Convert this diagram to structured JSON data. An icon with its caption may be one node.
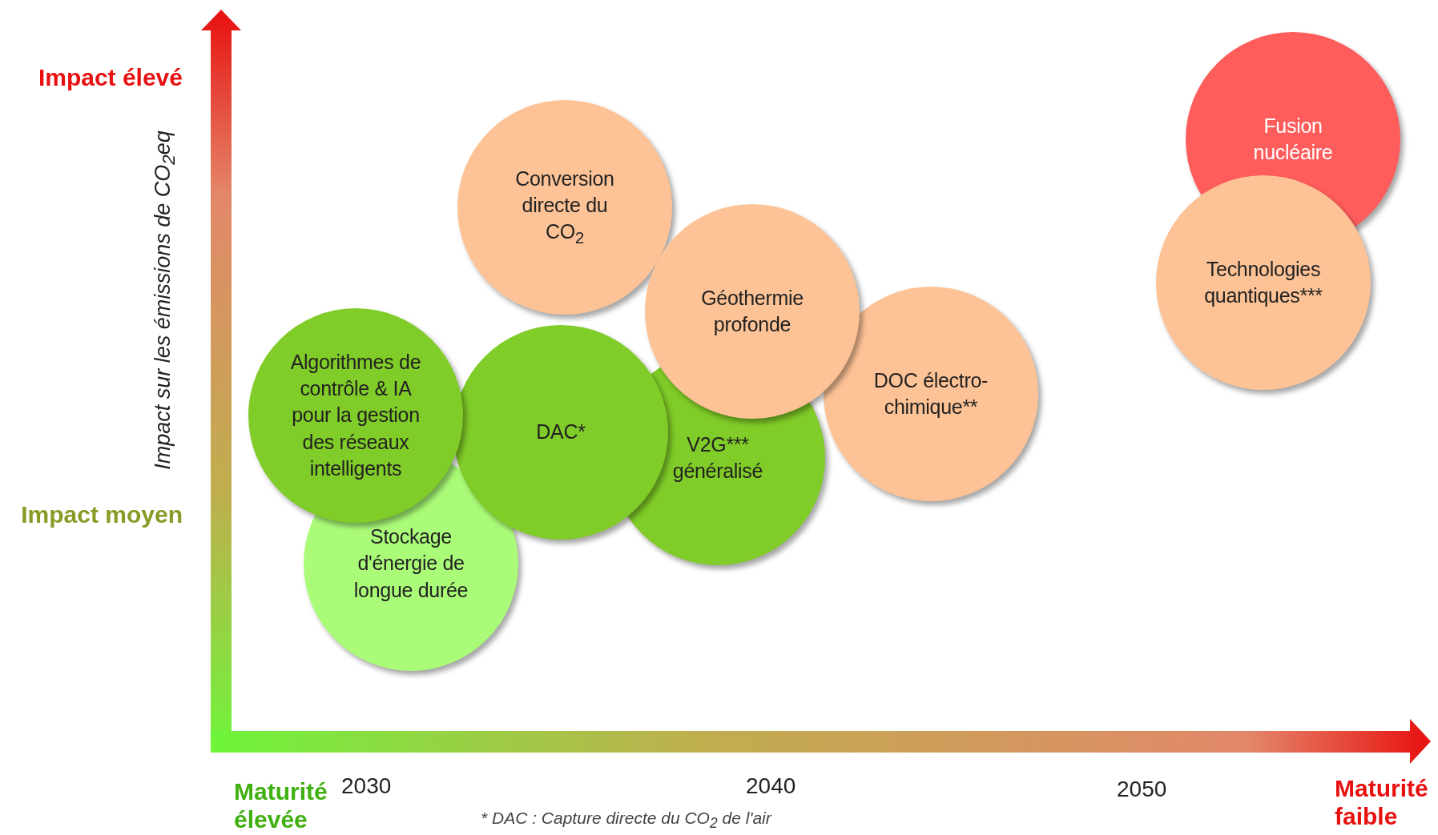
{
  "diagram": {
    "nodes": [
      {
        "text": [
          "Conversion directe du CO$_{2}$"
        ]
      },
      {
        "text": [
          "Fusion nucléaire"
        ]
      },
      {
        "text": [
          "Géothermie profonde"
        ]
      },
      {
        "text": [
          "Technologies quantiques***"
        ]
      },
      {
        "text": [
          "Algorithmes de contrôle & IA pour la gestion des réseaux intelligents"
        ]
      },
      {
        "text": [
          "DOC électro-chimique**"
        ]
      },
      {
        "text": [
          "DAC*"
        ]
      },
      {
        "text": [
          "V2G*** généralisé"
        ]
      },
      {
        "text": [
          "Stockage d'énergie de longue durée"
        ]
      }
    ],
    "labels": [
      "Impact élevé",
      "Impact sur les émissions de CO$_{2}$eq",
      "Impact moyen",
      "Maturité élevée",
      "2030",
      "2040",
      "2050",
      "Maturité faible",
      "* DAC : Capture directe du CO$_{2}$ de l'air"
    ]
  }
}
